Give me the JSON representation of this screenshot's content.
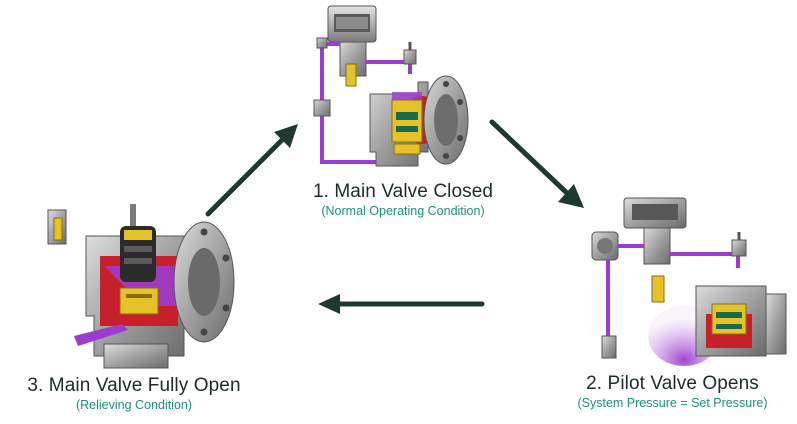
{
  "stages": [
    {
      "id": "1",
      "title": "1. Main Valve Closed",
      "subtitle": "(Normal Operating Condition)"
    },
    {
      "id": "2",
      "title": "2. Pilot Valve Opens",
      "subtitle": "(System Pressure = Set Pressure)"
    },
    {
      "id": "3",
      "title": "3. Main Valve Fully Open",
      "subtitle": "(Relieving Condition)"
    }
  ],
  "colors": {
    "arrow": "#1e3a2e",
    "title": "#1f2a2a",
    "subtitle": "#1f8f80",
    "metal": "#9a9a9a",
    "pilot_line": "#9b3bd0",
    "seat_red": "#c8202a",
    "spring_yellow": "#e6c229"
  }
}
